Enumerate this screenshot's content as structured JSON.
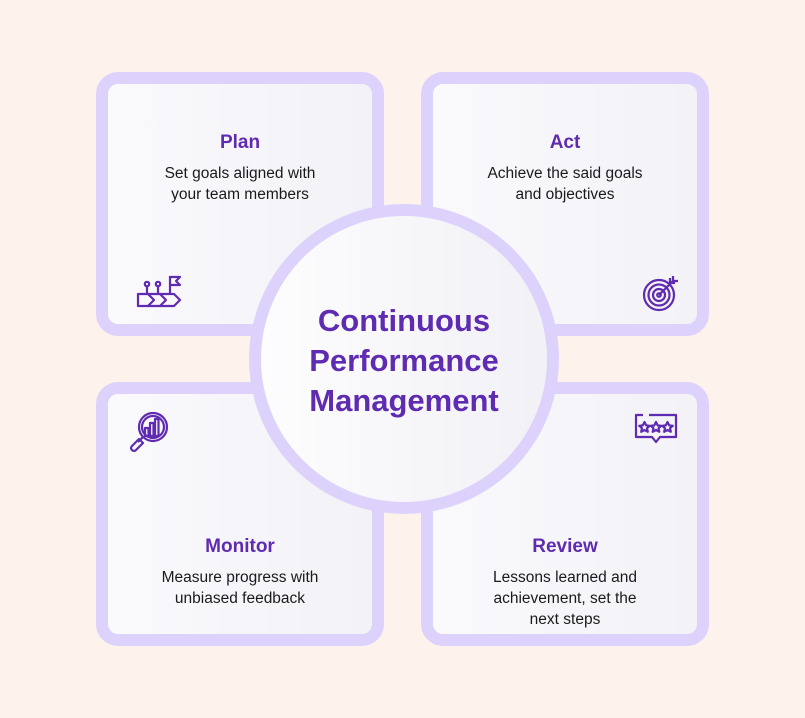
{
  "center": {
    "lines": [
      "Continuous",
      "Performance",
      "Management"
    ]
  },
  "cards": [
    {
      "id": "plan",
      "title": "Plan",
      "desc": [
        "Set goals aligned with",
        "your team members"
      ],
      "icon": "roadmap-flag-icon"
    },
    {
      "id": "act",
      "title": "Act",
      "desc": [
        "Achieve the said goals",
        "and objectives"
      ],
      "icon": "target-icon"
    },
    {
      "id": "monitor",
      "title": "Monitor",
      "desc": [
        "Measure progress with",
        "unbiased feedback"
      ],
      "icon": "magnifier-chart-icon"
    },
    {
      "id": "review",
      "title": "Review",
      "desc": [
        "Lessons learned and",
        "achievement, set the",
        "next steps"
      ],
      "icon": "rating-speech-bubble-icon"
    }
  ],
  "colors": {
    "background": "#fef3ec",
    "border": "#ddd2fc",
    "accent": "#5f2bb0",
    "text": "#1a1a1a"
  }
}
